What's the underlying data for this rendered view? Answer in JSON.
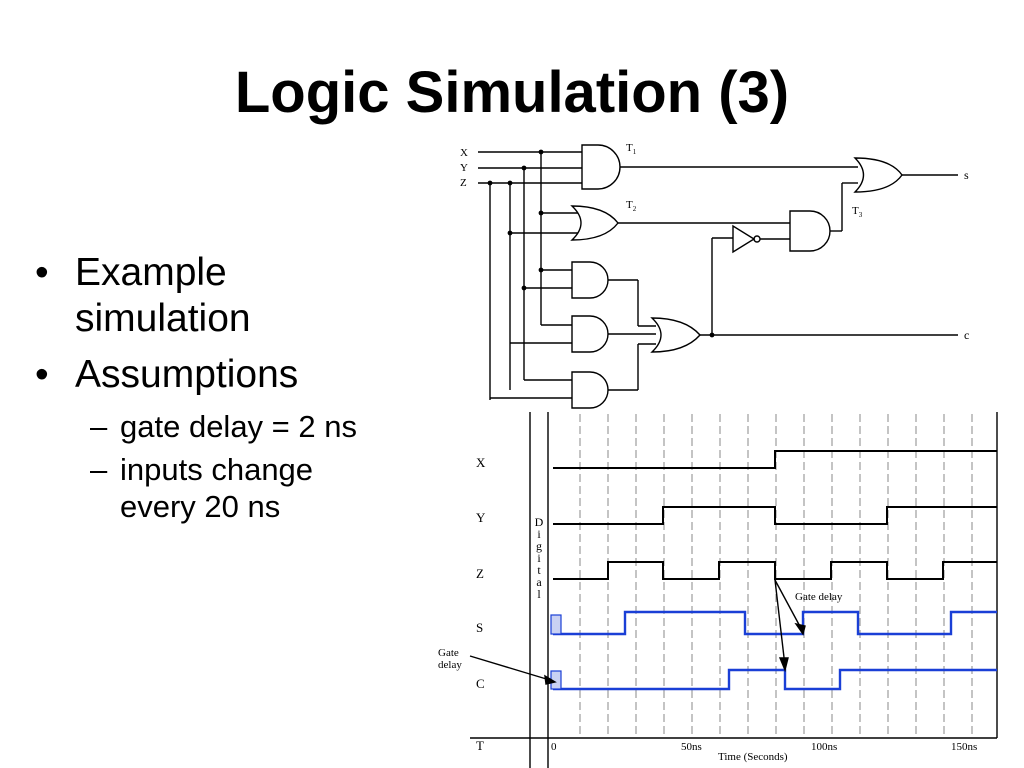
{
  "slide": {
    "title": "Logic Simulation (3)",
    "bullets": [
      {
        "text": "Example simulation",
        "lines": [
          "Example",
          "simulation"
        ]
      },
      {
        "text": "Assumptions",
        "lines": [
          "Assumptions"
        ]
      }
    ],
    "sub_bullets": [
      {
        "lines": [
          "gate delay = 2 ns"
        ]
      },
      {
        "lines": [
          "inputs change",
          "every 20 ns"
        ]
      }
    ],
    "bullet_glyph": "•",
    "dash_glyph": "–"
  },
  "circuit": {
    "inputs": [
      "X",
      "Y",
      "Z"
    ],
    "labels": {
      "t1": "T",
      "t1_sub": "1",
      "t2": "T",
      "t2_sub": "2",
      "t3": "T",
      "t3_sub": "3"
    },
    "outputs": [
      "s",
      "c"
    ]
  },
  "timing": {
    "vertical_label": "Digital",
    "signals": [
      "X",
      "Y",
      "Z",
      "S",
      "C",
      "T"
    ],
    "annotations": {
      "gate_delay_right": "Gate delay",
      "gate_delay_left_1": "Gate",
      "gate_delay_left_2": "delay"
    },
    "x_ticks": [
      "0",
      "50ns",
      "100ns",
      "150ns"
    ],
    "x_axis_label": "Time (Seconds)",
    "waveform_color_inputs": "#000000",
    "waveform_color_outputs": "#1a3fd6"
  }
}
